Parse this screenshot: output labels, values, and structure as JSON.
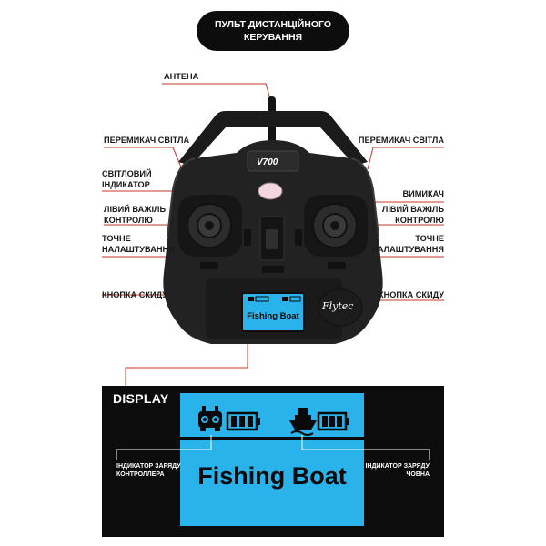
{
  "header": {
    "line1": "ПУЛЬТ ДИСТАНЦІЙНОГО",
    "line2": "КЕРУВАННЯ"
  },
  "labels": {
    "antenna": "АНТЕНА",
    "light_switch_left": "ПЕРЕМИКАЧ СВІТЛА",
    "light_switch_right": "ПЕРЕМИКАЧ СВІТЛА",
    "light_indicator_1": "СВІТЛОВИЙ",
    "light_indicator_2": "ІНДИКАТОР",
    "power_switch": "ВИМИКАЧ",
    "left_stick_1": "ЛІВИЙ ВАЖІЛЬ",
    "left_stick_2": "КОНТРОЛЮ",
    "right_stick_1": "ЛІВИЙ ВАЖІЛЬ",
    "right_stick_2": "КОНТРОЛЮ",
    "trim_left_1": "ТОЧНЕ",
    "trim_left_2": "НАЛАШТУВАННЯ",
    "trim_right_1": "ТОЧНЕ",
    "trim_right_2": "НАЛАШТУВАННЯ",
    "reset_left": "КНОПКА СКИДУ",
    "reset_right": "КНОПКА СКИДУ"
  },
  "controller": {
    "model": "V700",
    "brand": "Flytec",
    "screen_text": "Fishing Boat"
  },
  "display": {
    "heading": "DISPLAY",
    "main_text": "Fishing Boat",
    "controller_battery_1": "ІНДИКАТОР ЗАРЯДУ",
    "controller_battery_2": "КОНТРОЛЛЕРА",
    "boat_battery_1": "ІНДИКАТОР ЗАРЯДУ",
    "boat_battery_2": "ЧОВНА"
  },
  "colors": {
    "label_line": "#c0392b",
    "screen_blue": "#2ab3ea",
    "panel_black": "#0c0c0c"
  }
}
